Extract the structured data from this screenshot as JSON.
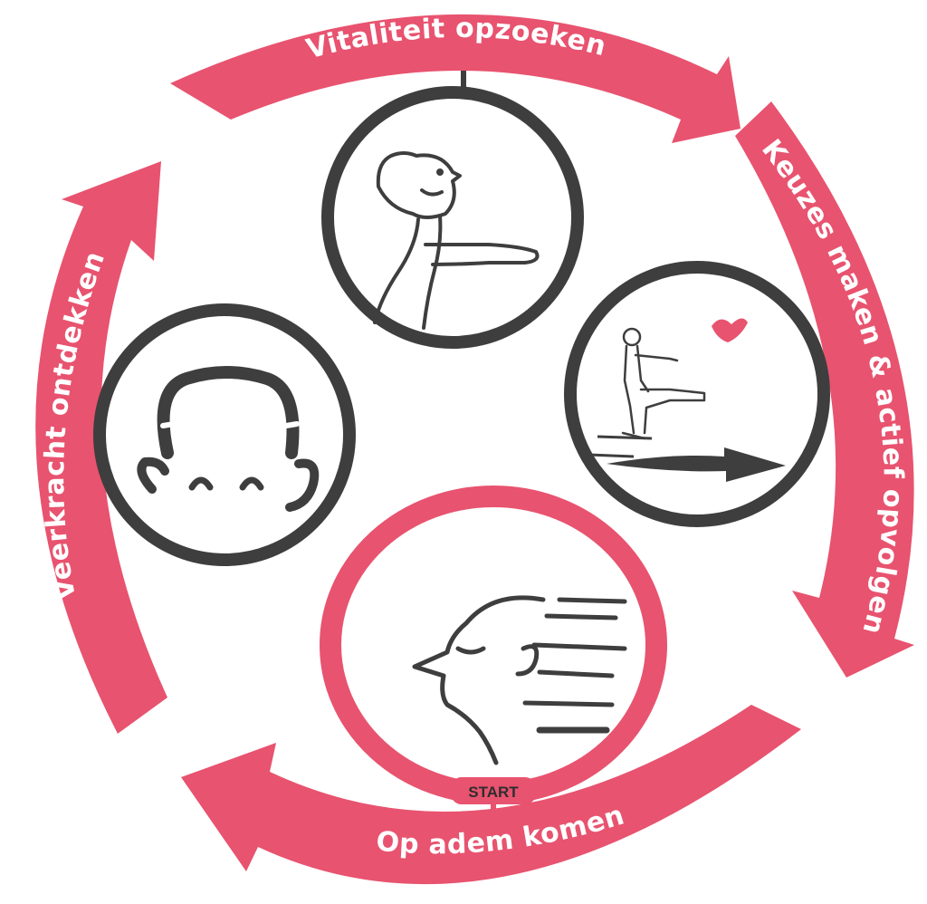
{
  "colors": {
    "accent": "#e8536f",
    "ink": "#3e3e3e",
    "background": "#ffffff"
  },
  "cycle": {
    "steps": [
      {
        "label": "Vitaliteit opzoeken",
        "icon": "person-stretching-icon"
      },
      {
        "label": "Keuzes maken & actief opvolgen",
        "icon": "person-walking-forward-icon"
      },
      {
        "label": "Op adem komen",
        "icon": "breathing-face-icon"
      },
      {
        "label": "Veerkracht ontdekken",
        "icon": "smiling-face-icon"
      }
    ],
    "start_label": "START"
  }
}
